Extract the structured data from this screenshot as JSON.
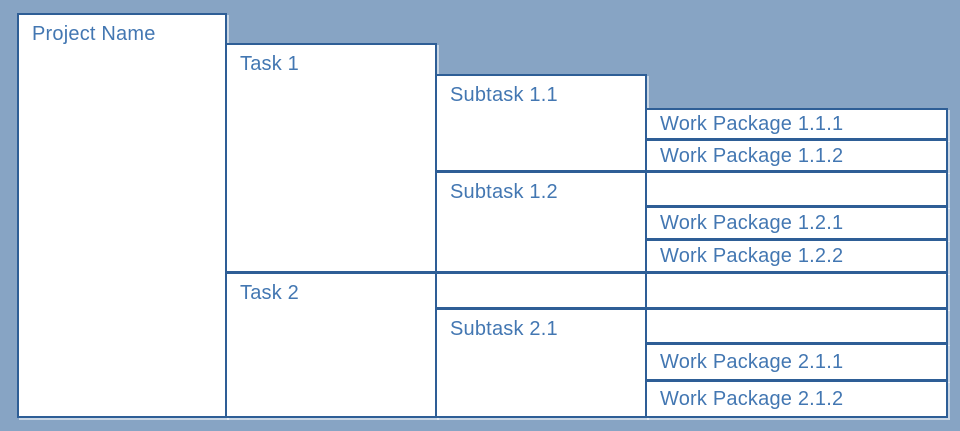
{
  "colors": {
    "background": "#87a4c4",
    "box_fill": "#ffffff",
    "box_border": "#2e5e96",
    "text": "#4377b2"
  },
  "wbs": {
    "project": {
      "label": "Project Name"
    },
    "tasks": [
      {
        "label": "Task 1",
        "subtasks": [
          {
            "label": "Subtask 1.1",
            "work_packages": [
              "Work Package 1.1.1",
              "Work Package 1.1.2"
            ]
          },
          {
            "label": "Subtask 1.2",
            "work_packages": [
              "Work Package 1.2.1",
              "Work Package 1.2.2"
            ]
          }
        ]
      },
      {
        "label": "Task 2",
        "subtasks": [
          {
            "label": "Subtask 2.1",
            "work_packages": [
              "Work Package 2.1.1",
              "Work Package 2.1.2"
            ]
          }
        ]
      }
    ]
  }
}
